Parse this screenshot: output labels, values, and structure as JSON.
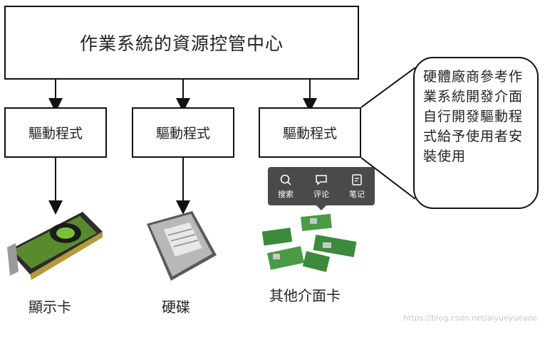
{
  "diagram": {
    "top_box": "作業系統的資源控管中心",
    "drivers": [
      "驅動程式",
      "驅動程式",
      "驅動程式"
    ],
    "callout": "硬體廠商參考作業系統開發介面自行開發驅動程式給予使用者安裝使用",
    "devices": [
      "顯示卡",
      "硬碟",
      "其他介面卡"
    ]
  },
  "toolbar": {
    "items": [
      {
        "label": "搜索",
        "icon": "search-icon"
      },
      {
        "label": "评论",
        "icon": "comment-icon"
      },
      {
        "label": "笔记",
        "icon": "note-icon"
      }
    ]
  },
  "watermark": "https://blog.csdn.net/aiyueyueaoe"
}
